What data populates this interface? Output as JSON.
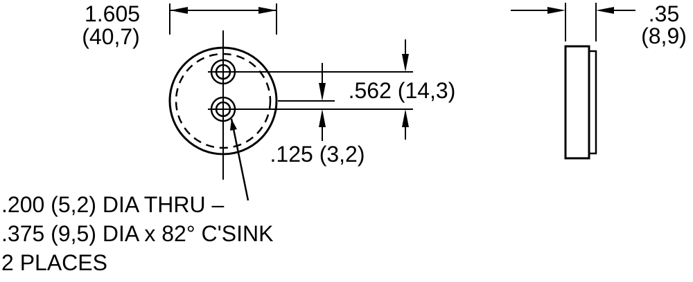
{
  "front_view": {
    "diameter_in": "1.605",
    "diameter_mm": "(40,7)",
    "hole_spacing": ".562 (14,3)",
    "hole_offset": ".125 (3,2)"
  },
  "side_view": {
    "thickness_in": ".35",
    "thickness_mm": "(8,9)"
  },
  "notes": [
    ".200 (5,2) DIA THRU –",
    ".375 (9,5) DIA x 82° C'SINK",
    "2 PLACES"
  ],
  "colors": {
    "part_fill": "#d2d2d2",
    "line": "#000000",
    "background": "#ffffff"
  }
}
